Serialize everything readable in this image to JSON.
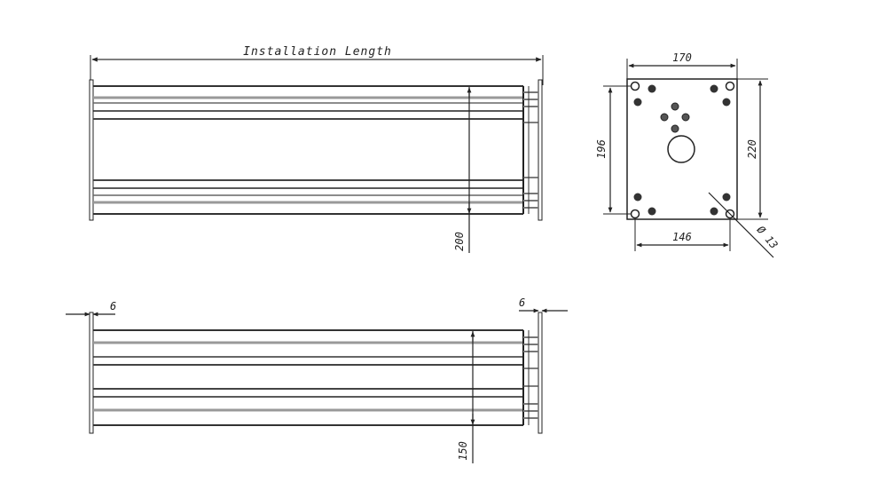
{
  "drawing": {
    "views": {
      "top_view": {
        "label": "Installation Length",
        "height_dimension": "200"
      },
      "bottom_view": {
        "left_plate_thickness": "6",
        "right_plate_thickness": "6",
        "height_dimension": "150"
      },
      "end_plate": {
        "width_outer": "170",
        "width_hole_spacing": "146",
        "height_outer": "220",
        "height_hole_spacing": "196",
        "hole_diameter": "Ø 13"
      }
    },
    "colors": {
      "line": "#222222",
      "gray_line": "#8a8a8a",
      "background": "#ffffff"
    }
  }
}
